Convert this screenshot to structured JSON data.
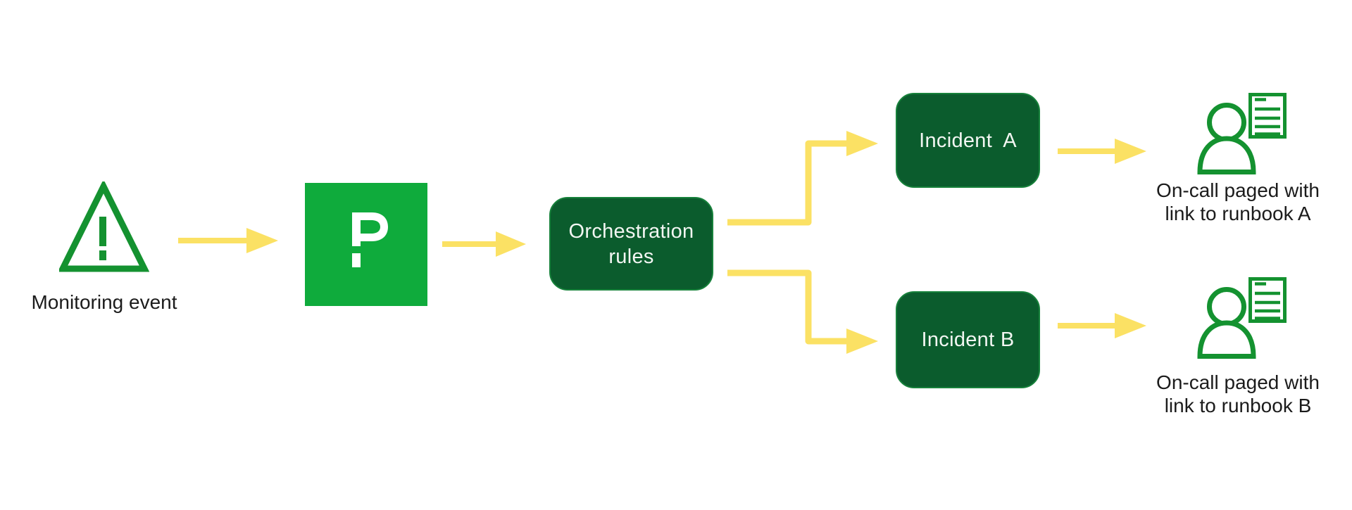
{
  "diagram_title": "",
  "colors": {
    "icon_green": "#149230",
    "brand_green": "#0FAB3C",
    "box_fill": "#0B5C2D",
    "box_stroke": "#17813B",
    "arrow_yellow": "#FBE164",
    "ink": "#1B1B1B",
    "box_text": "#F2F6F2"
  },
  "nodes": {
    "monitoring_event": {
      "label": "Monitoring event",
      "icon": "warning-triangle-icon"
    },
    "pagerduty": {
      "icon": "pagerduty-logo-icon"
    },
    "orchestration": {
      "label": "Orchestration\nrules"
    },
    "incident_a": {
      "label": "Incident  A"
    },
    "incident_b": {
      "label": "Incident B"
    },
    "oncall_a": {
      "label": "On-call paged with\nlink to runbook A",
      "icon": "person-with-runbook-icon"
    },
    "oncall_b": {
      "label": "On-call paged with\nlink to runbook B",
      "icon": "person-with-runbook-icon"
    }
  },
  "edges": [
    {
      "from": "monitoring-event",
      "to": "pagerduty"
    },
    {
      "from": "pagerduty",
      "to": "orchestration-rules"
    },
    {
      "from": "orchestration-rules",
      "to": "incident-a"
    },
    {
      "from": "orchestration-rules",
      "to": "incident-b"
    },
    {
      "from": "incident-a",
      "to": "oncall-paged-runbook-a"
    },
    {
      "from": "incident-b",
      "to": "oncall-paged-runbook-b"
    }
  ]
}
